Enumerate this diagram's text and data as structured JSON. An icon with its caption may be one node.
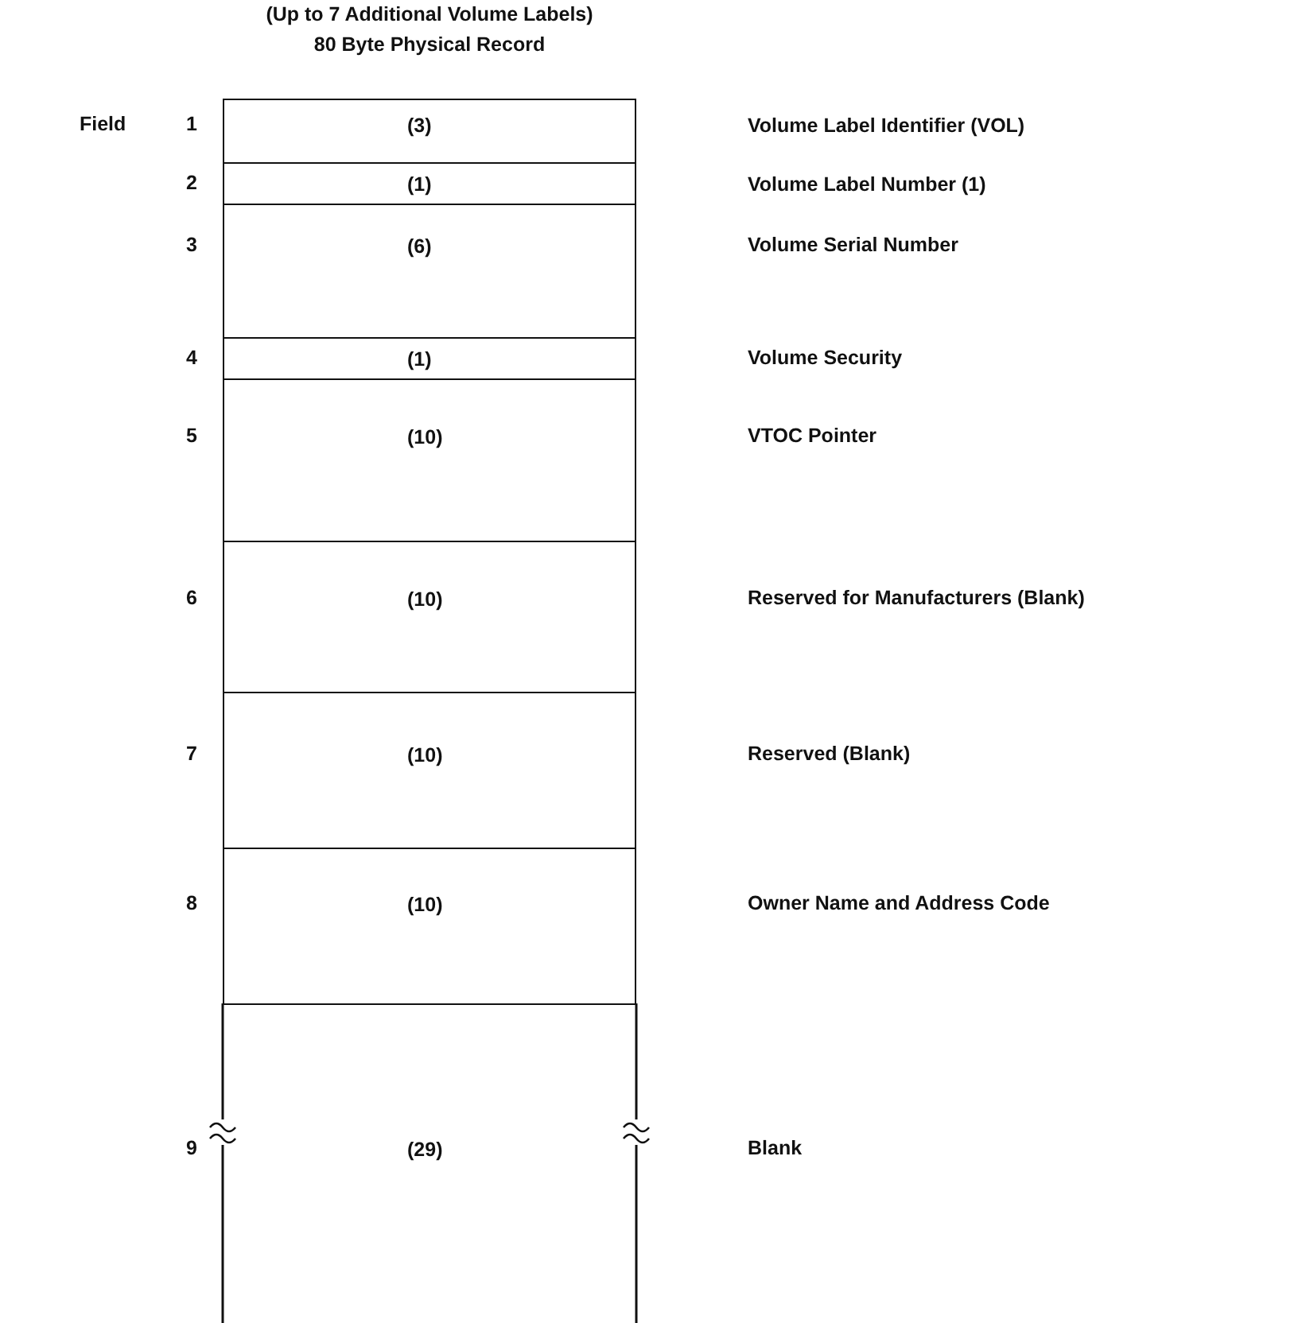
{
  "diagram": {
    "nodes": [
      {
        "text": [
          "(3)"
        ],
        "beside": [
          "1"
        ]
      },
      {
        "text": [
          "(1)"
        ],
        "beside": [
          "2"
        ]
      },
      {
        "text": [
          "(6)"
        ],
        "beside": [
          "3"
        ]
      },
      {
        "text": [
          "(1)"
        ],
        "beside": [
          "4"
        ]
      },
      {
        "text": [
          "(10)"
        ],
        "beside": [
          "5"
        ]
      },
      {
        "text": [
          "(10)"
        ],
        "beside": [
          "6"
        ]
      },
      {
        "text": [
          "(10)"
        ],
        "beside": [
          "7"
        ]
      },
      {
        "text": [
          "(10)"
        ],
        "beside": [
          "8"
        ]
      },
      {
        "text": [
          "(29)"
        ],
        "beside": [
          "9"
        ]
      }
    ],
    "labels": [
      "(Up to 7 Additional Volume Labels)",
      "80 Byte Physical Record",
      "Field",
      "Volume Label Identifier (VOL)",
      "Volume Label Number (1)",
      "Volume Serial Number",
      "Volume Security",
      "VTOC Pointer",
      "Reserved for Manufacturers (Blank)",
      "Reserved (Blank)",
      "Owner Name and Address Code",
      "Blank"
    ]
  }
}
